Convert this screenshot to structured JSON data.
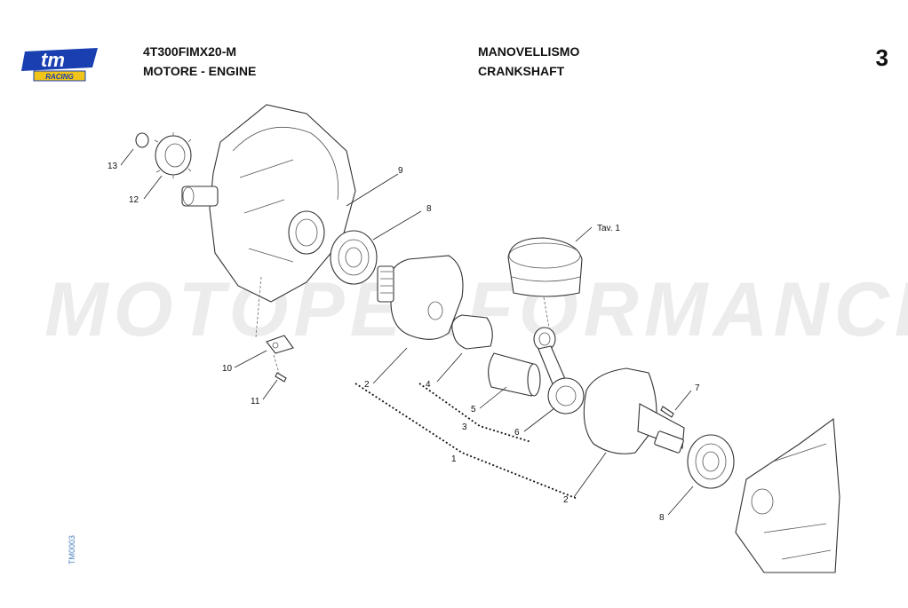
{
  "header": {
    "brand_name": "tm",
    "brand_sub": "RACING",
    "model_code": "4T300FIMX20-M",
    "group_it_en": "MOTORE - ENGINE",
    "section_it": "MANOVELLISMO",
    "section_en": "CRANKSHAFT",
    "page_number": "3"
  },
  "side_code": "TM0003",
  "watermark": "MOTOPERFORMANCE",
  "callouts": {
    "c1": "1",
    "c2a": "2",
    "c2b": "2",
    "c3": "3",
    "c4": "4",
    "c5": "5",
    "c6": "6",
    "c7": "7",
    "c8a": "8",
    "c8b": "8",
    "c9": "9",
    "c10": "10",
    "c11": "11",
    "c12": "12",
    "c13": "13",
    "tav": "Tav. 1"
  },
  "colors": {
    "brand_blue": "#1a3fb0",
    "brand_yellow": "#f0c419",
    "side_code": "#4a7fc0"
  }
}
